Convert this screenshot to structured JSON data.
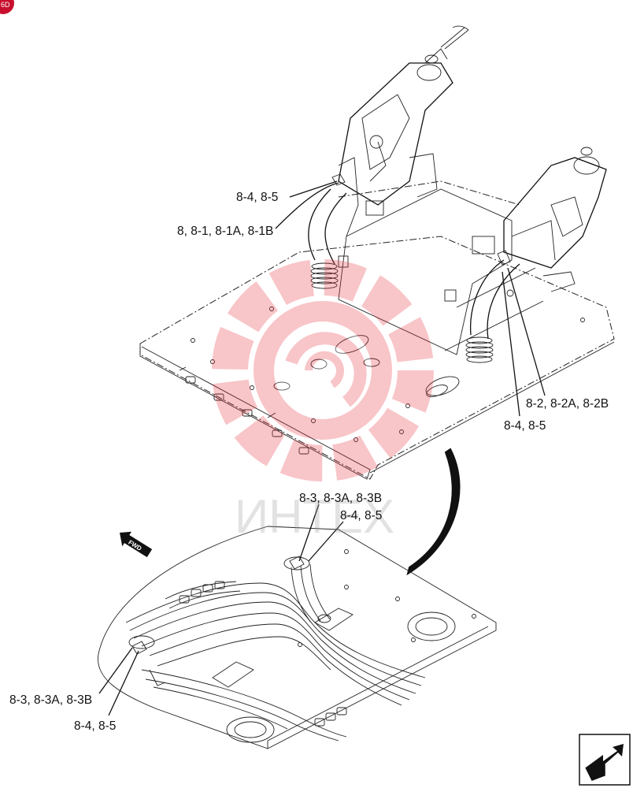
{
  "corner_badge": {
    "text": "6D"
  },
  "watermark": {
    "text": "ИНТЕХ",
    "color": "#e8323c"
  },
  "fwd_arrow": {
    "label": "FWD"
  },
  "callouts": {
    "top_bracket_fastener": "8-4, 8-5",
    "top_bracket_clamp": "8, 8-1, 8-1A, 8-1B",
    "right_clamp": "8-2, 8-2A, 8-2B",
    "right_fastener": "8-4, 8-5",
    "lower_center_clamp": "8-3, 8-3A, 8-3B",
    "lower_center_fastener": "8-4, 8-5",
    "lower_left_clamp": "8-3, 8-3A, 8-3B",
    "lower_left_fastener": "8-4, 8-5"
  },
  "nav_icon": {
    "name": "next-page-arrow-icon"
  }
}
